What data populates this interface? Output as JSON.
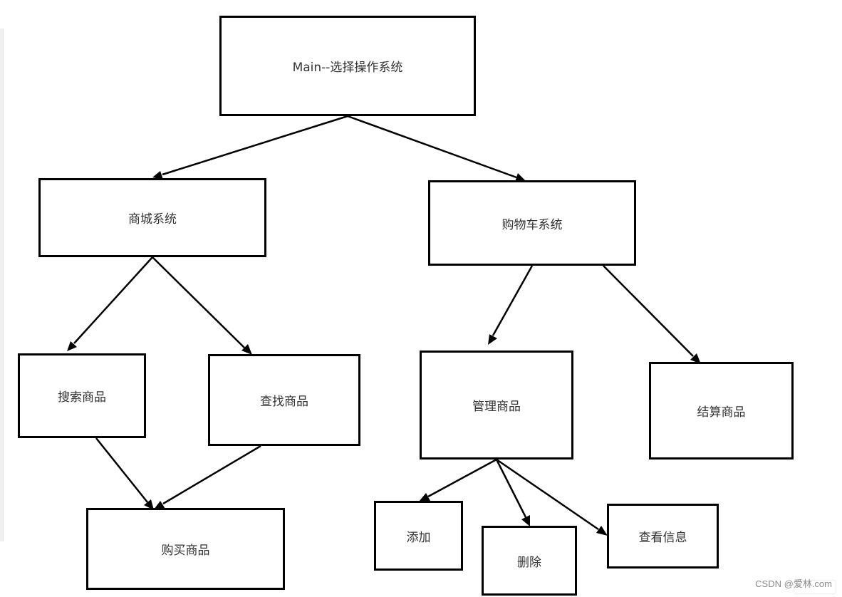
{
  "diagram": {
    "nodes": {
      "main": "Main--选择操作系统",
      "mall": "商城系统",
      "cart": "购物车系统",
      "search": "搜索商品",
      "find": "查找商品",
      "manage": "管理商品",
      "settle": "结算商品",
      "buy": "购买商品",
      "add": "添加",
      "delete": "删除",
      "view": "查看信息"
    },
    "edges": [
      {
        "from": "main",
        "to": "mall"
      },
      {
        "from": "main",
        "to": "cart"
      },
      {
        "from": "mall",
        "to": "search"
      },
      {
        "from": "mall",
        "to": "find"
      },
      {
        "from": "cart",
        "to": "manage"
      },
      {
        "from": "cart",
        "to": "settle"
      },
      {
        "from": "search",
        "to": "buy"
      },
      {
        "from": "find",
        "to": "buy"
      },
      {
        "from": "manage",
        "to": "add"
      },
      {
        "from": "manage",
        "to": "delete"
      },
      {
        "from": "manage",
        "to": "view"
      }
    ]
  },
  "watermark": "CSDN @爱林.com",
  "colors": {
    "stroke": "#000000",
    "text": "#333333",
    "background": "#ffffff",
    "watermark": "#8a8a8a"
  }
}
